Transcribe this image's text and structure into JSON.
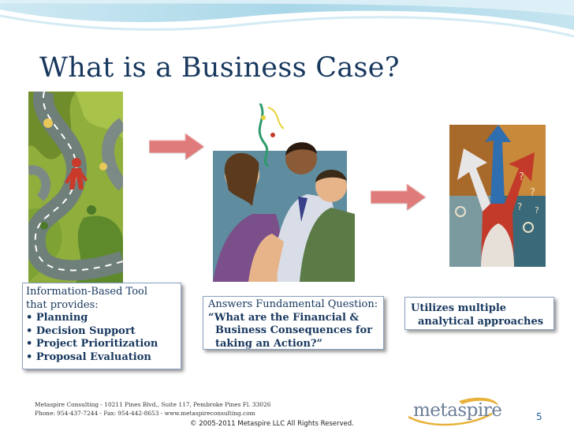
{
  "slide": {
    "title": "What is a Business Case?",
    "box_left": {
      "heading_1": "Information-Based Tool",
      "heading_2": "that provides:",
      "items": [
        "• Planning",
        "• Decision Support",
        "• Project Prioritization",
        "• Proposal Evaluation"
      ]
    },
    "box_middle": {
      "line_1": "Answers Fundamental Question:",
      "line_2": "“What are the Financial &",
      "line_3": "Business Consequences for",
      "line_4": "taking an Action?”"
    },
    "box_right": {
      "line_1": "Utilizes multiple",
      "line_2": "analytical approaches"
    },
    "footer": {
      "address": "Metaspire Consulting - 10211 Pines Blvd., Suite 117, Pembroke Pines Fl. 33026",
      "contact": "Phone: 954-437-7244 - Fax: 954-442-8653 - www.metaspireconsulting.com",
      "copyright": "© 2005-2011 Metaspire LLC  All Rights Reserved.",
      "logo_text": "metaspire",
      "page_number": "5"
    },
    "colors": {
      "title": "#17375e",
      "banner": "#a9d7e8",
      "arrow": "#e07b7b"
    },
    "icons": [
      "road-clipart-icon",
      "people-thinking-clipart-icon",
      "choice-arrows-clipart-icon",
      "right-arrow-icon",
      "metaspire-swoosh-icon"
    ]
  }
}
